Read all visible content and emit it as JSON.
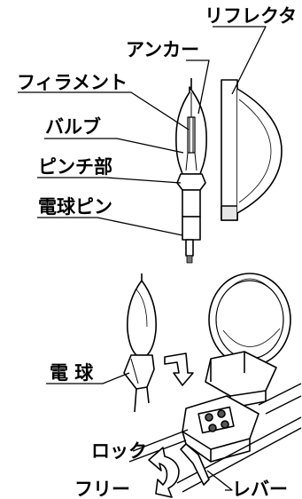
{
  "labels": {
    "reflector": "リフレクタ",
    "anchor": "アンカー",
    "filament": "フィラメント",
    "bulb": "バルブ",
    "pinch": "ピンチ部",
    "lamp_pin": "電球ピン",
    "lamp": "電 球",
    "lock": "ロック",
    "free": "フリー",
    "lever": "レバー"
  }
}
